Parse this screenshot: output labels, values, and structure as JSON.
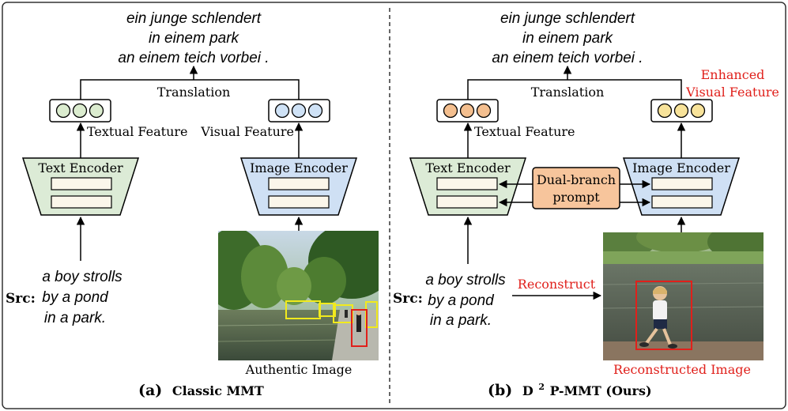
{
  "colors": {
    "text_encoder_fill": "#dcebd6",
    "image_encoder_fill": "#cfe0f4",
    "prompt_fill": "#f7c59c",
    "highlight_red": "#e0201b",
    "feature_green": "#dbeccf",
    "feature_blue": "#cfe2f6",
    "feature_orange": "#f4bf8f",
    "feature_yellow": "#f8e39a"
  },
  "left": {
    "target_lines": [
      "ein junge schlendert",
      "in einem park",
      "an einem teich vorbei ."
    ],
    "translation_label": "Translation",
    "textual_feature_label": "Textual Feature",
    "visual_feature_label": "Visual Feature",
    "text_encoder_label": "Text Encoder",
    "image_encoder_label": "Image Encoder",
    "src_label": "Src:",
    "source_lines": [
      "a boy strolls",
      "by a pond",
      "in a park."
    ],
    "image_caption": "Authentic Image",
    "panel_caption_tag": "(a)",
    "panel_caption": "Classic MMT"
  },
  "right": {
    "target_lines": [
      "ein junge schlendert",
      "in einem park",
      "an einem teich vorbei ."
    ],
    "translation_label": "Translation",
    "enhanced_lines": [
      "Enhanced",
      "Visual Feature"
    ],
    "textual_feature_label": "Textual Feature",
    "text_encoder_label": "Text Encoder",
    "image_encoder_label": "Image Encoder",
    "prompt_lines": [
      "Dual-branch",
      "prompt"
    ],
    "src_label": "Src:",
    "source_lines": [
      "a boy strolls",
      "by a pond",
      "in a park."
    ],
    "reconstruct_label": "Reconstruct",
    "image_caption": "Reconstructed Image",
    "panel_caption_tag": "(b)",
    "panel_caption_pre": "D",
    "panel_caption_sup": "2",
    "panel_caption_post": "P-MMT (Ours)"
  },
  "icons": {
    "authentic_image": "park-pond-photo",
    "reconstructed_image": "boy-walking-photo"
  }
}
